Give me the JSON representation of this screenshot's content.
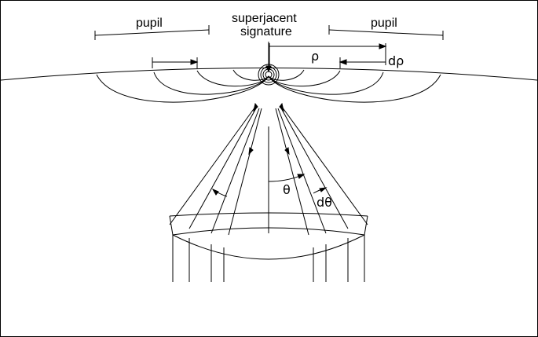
{
  "labels": {
    "pupil_left": "pupil",
    "pupil_right": "pupil",
    "superjacent": "superjacent",
    "signature": "signature",
    "rho": "ρ",
    "d_rho": "dρ",
    "theta": "θ",
    "d_theta": "dθ"
  },
  "colors": {
    "stroke": "#000000",
    "background": "#ffffff"
  }
}
